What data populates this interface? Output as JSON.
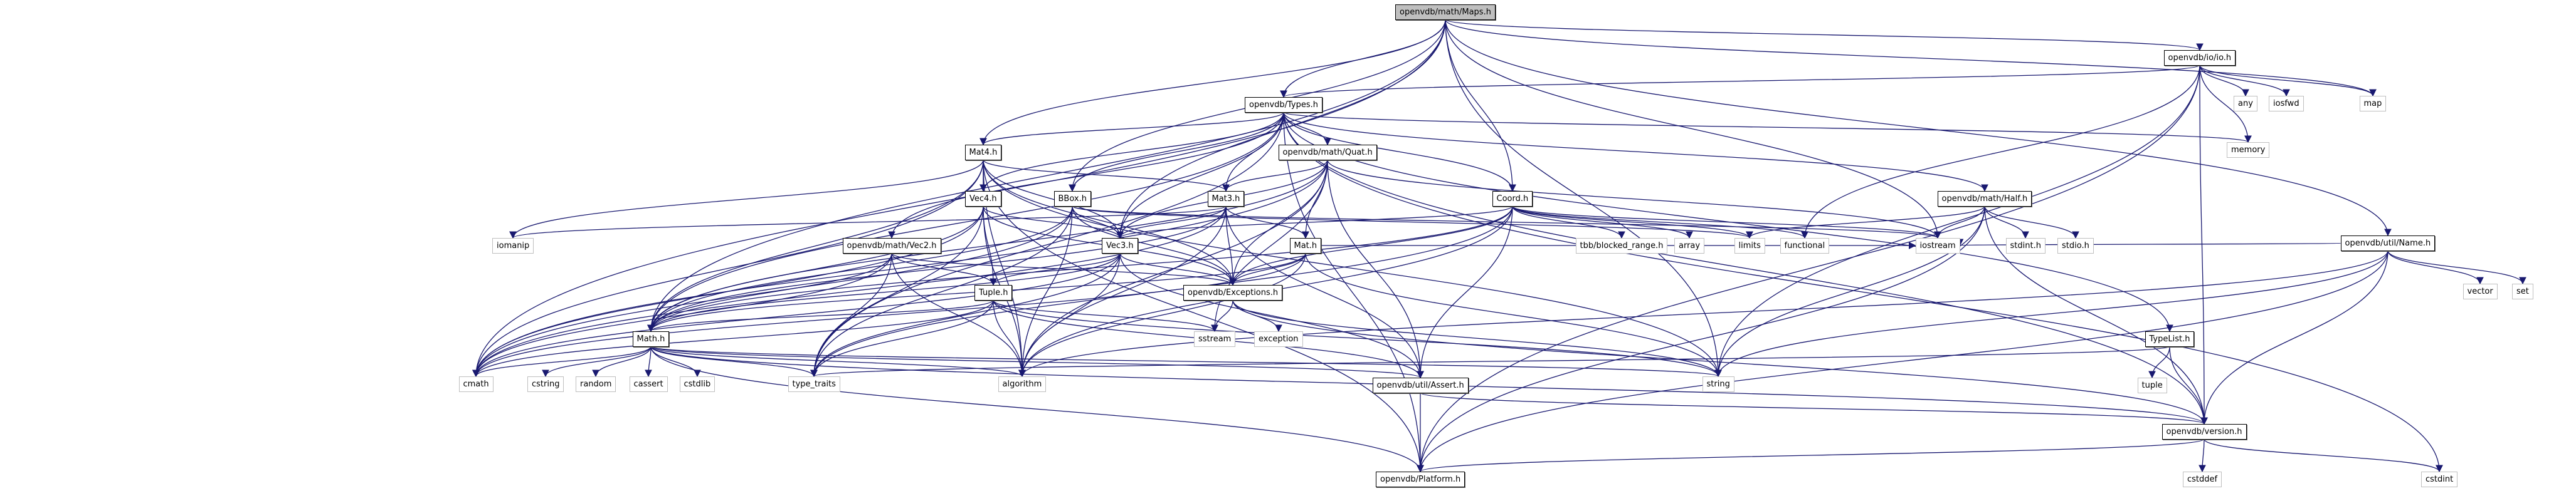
{
  "title": "openvdb/math/Maps.h include dependency graph",
  "colors": {
    "edge": "#191970",
    "root_fill": "#bfbfbf",
    "local_border": "#000000",
    "system_border": "#bfbfbf"
  },
  "nodes": [
    {
      "id": "maps",
      "label": "openvdb/math/Maps.h",
      "kind": "root"
    },
    {
      "id": "io",
      "label": "openvdb/io/io.h",
      "kind": "local"
    },
    {
      "id": "types",
      "label": "openvdb/Types.h",
      "kind": "local"
    },
    {
      "id": "mat4",
      "label": "Mat4.h",
      "kind": "local"
    },
    {
      "id": "quat",
      "label": "openvdb/math/Quat.h",
      "kind": "local"
    },
    {
      "id": "vec4",
      "label": "Vec4.h",
      "kind": "local"
    },
    {
      "id": "bbox",
      "label": "BBox.h",
      "kind": "local"
    },
    {
      "id": "mat3",
      "label": "Mat3.h",
      "kind": "local"
    },
    {
      "id": "coord",
      "label": "Coord.h",
      "kind": "local"
    },
    {
      "id": "half",
      "label": "openvdb/math/Half.h",
      "kind": "local"
    },
    {
      "id": "name",
      "label": "openvdb/util/Name.h",
      "kind": "local"
    },
    {
      "id": "vec2",
      "label": "openvdb/math/Vec2.h",
      "kind": "local"
    },
    {
      "id": "vec3",
      "label": "Vec3.h",
      "kind": "local"
    },
    {
      "id": "mat",
      "label": "Mat.h",
      "kind": "local"
    },
    {
      "id": "tuple",
      "label": "Tuple.h",
      "kind": "local"
    },
    {
      "id": "exceptions",
      "label": "openvdb/Exceptions.h",
      "kind": "local"
    },
    {
      "id": "math",
      "label": "Math.h",
      "kind": "local"
    },
    {
      "id": "assert",
      "label": "openvdb/util/Assert.h",
      "kind": "local"
    },
    {
      "id": "typelist",
      "label": "TypeList.h",
      "kind": "local"
    },
    {
      "id": "version",
      "label": "openvdb/version.h",
      "kind": "local"
    },
    {
      "id": "platform",
      "label": "openvdb/Platform.h",
      "kind": "local"
    },
    {
      "id": "any",
      "label": "any",
      "kind": "system"
    },
    {
      "id": "iosfwd",
      "label": "iosfwd",
      "kind": "system"
    },
    {
      "id": "map",
      "label": "map",
      "kind": "system"
    },
    {
      "id": "memory",
      "label": "memory",
      "kind": "system"
    },
    {
      "id": "iomanip",
      "label": "iomanip",
      "kind": "system"
    },
    {
      "id": "tbb",
      "label": "tbb/blocked_range.h",
      "kind": "system"
    },
    {
      "id": "array",
      "label": "array",
      "kind": "system"
    },
    {
      "id": "limits",
      "label": "limits",
      "kind": "system"
    },
    {
      "id": "functional",
      "label": "functional",
      "kind": "system"
    },
    {
      "id": "stdint",
      "label": "stdint.h",
      "kind": "system"
    },
    {
      "id": "stdio",
      "label": "stdio.h",
      "kind": "system"
    },
    {
      "id": "iostream",
      "label": "iostream",
      "kind": "system"
    },
    {
      "id": "vector",
      "label": "vector",
      "kind": "system"
    },
    {
      "id": "set",
      "label": "set",
      "kind": "system"
    },
    {
      "id": "sstream",
      "label": "sstream",
      "kind": "system"
    },
    {
      "id": "exception",
      "label": "exception",
      "kind": "system"
    },
    {
      "id": "cmath",
      "label": "cmath",
      "kind": "system"
    },
    {
      "id": "cstring",
      "label": "cstring",
      "kind": "system"
    },
    {
      "id": "random",
      "label": "random",
      "kind": "system"
    },
    {
      "id": "cassert",
      "label": "cassert",
      "kind": "system"
    },
    {
      "id": "cstdlib",
      "label": "cstdlib",
      "kind": "system"
    },
    {
      "id": "type_traits",
      "label": "type_traits",
      "kind": "system"
    },
    {
      "id": "algorithm",
      "label": "algorithm",
      "kind": "system"
    },
    {
      "id": "string",
      "label": "string",
      "kind": "system"
    },
    {
      "id": "tuple_std",
      "label": "tuple",
      "kind": "system"
    },
    {
      "id": "cstddef",
      "label": "cstddef",
      "kind": "system"
    },
    {
      "id": "cstdint",
      "label": "cstdint",
      "kind": "system"
    }
  ],
  "edges": [
    [
      "maps",
      "io"
    ],
    [
      "maps",
      "types"
    ],
    [
      "maps",
      "mat4"
    ],
    [
      "maps",
      "bbox"
    ],
    [
      "maps",
      "coord"
    ],
    [
      "maps",
      "vec3"
    ],
    [
      "maps",
      "math"
    ],
    [
      "maps",
      "cmath"
    ],
    [
      "maps",
      "iostream"
    ],
    [
      "maps",
      "map"
    ],
    [
      "maps",
      "string"
    ],
    [
      "maps",
      "name"
    ],
    [
      "io",
      "types"
    ],
    [
      "io",
      "any"
    ],
    [
      "io",
      "iosfwd"
    ],
    [
      "io",
      "map"
    ],
    [
      "io",
      "memory"
    ],
    [
      "io",
      "functional"
    ],
    [
      "io",
      "string"
    ],
    [
      "io",
      "version"
    ],
    [
      "io",
      "platform"
    ],
    [
      "types",
      "mat4"
    ],
    [
      "types",
      "quat"
    ],
    [
      "types",
      "vec4"
    ],
    [
      "types",
      "bbox"
    ],
    [
      "types",
      "mat3"
    ],
    [
      "types",
      "coord"
    ],
    [
      "types",
      "half"
    ],
    [
      "types",
      "vec2"
    ],
    [
      "types",
      "vec3"
    ],
    [
      "types",
      "math"
    ],
    [
      "types",
      "typelist"
    ],
    [
      "types",
      "version"
    ],
    [
      "types",
      "memory"
    ],
    [
      "types",
      "type_traits"
    ],
    [
      "types",
      "platform"
    ],
    [
      "types",
      "cstdint"
    ],
    [
      "mat4",
      "vec4"
    ],
    [
      "mat4",
      "vec3"
    ],
    [
      "mat4",
      "mat3"
    ],
    [
      "mat4",
      "math"
    ],
    [
      "mat4",
      "exceptions"
    ],
    [
      "mat4",
      "iomanip"
    ],
    [
      "mat4",
      "algorithm"
    ],
    [
      "mat4",
      "cmath"
    ],
    [
      "mat4",
      "string"
    ],
    [
      "mat4",
      "platform"
    ],
    [
      "quat",
      "mat3"
    ],
    [
      "quat",
      "mat"
    ],
    [
      "quat",
      "vec3"
    ],
    [
      "quat",
      "math"
    ],
    [
      "quat",
      "exceptions"
    ],
    [
      "quat",
      "iostream"
    ],
    [
      "quat",
      "cmath"
    ],
    [
      "quat",
      "sstream"
    ],
    [
      "quat",
      "assert"
    ],
    [
      "quat",
      "algorithm"
    ],
    [
      "vec4",
      "vec3"
    ],
    [
      "vec4",
      "tuple"
    ],
    [
      "vec4",
      "math"
    ],
    [
      "vec4",
      "exceptions"
    ],
    [
      "vec4",
      "algorithm"
    ],
    [
      "vec4",
      "cmath"
    ],
    [
      "vec4",
      "type_traits"
    ],
    [
      "bbox",
      "vec3"
    ],
    [
      "bbox",
      "math"
    ],
    [
      "bbox",
      "exceptions"
    ],
    [
      "bbox",
      "algorithm"
    ],
    [
      "bbox",
      "cmath"
    ],
    [
      "bbox",
      "iostream"
    ],
    [
      "bbox",
      "limits"
    ],
    [
      "bbox",
      "type_traits"
    ],
    [
      "mat3",
      "vec3"
    ],
    [
      "mat3",
      "mat"
    ],
    [
      "mat3",
      "math"
    ],
    [
      "mat3",
      "exceptions"
    ],
    [
      "mat3",
      "assert"
    ],
    [
      "mat3",
      "iomanip"
    ],
    [
      "mat3",
      "algorithm"
    ],
    [
      "mat3",
      "cmath"
    ],
    [
      "coord",
      "vec3"
    ],
    [
      "coord",
      "math"
    ],
    [
      "coord",
      "exceptions"
    ],
    [
      "coord",
      "tbb"
    ],
    [
      "coord",
      "array"
    ],
    [
      "coord",
      "limits"
    ],
    [
      "coord",
      "functional"
    ],
    [
      "coord",
      "iostream"
    ],
    [
      "coord",
      "assert"
    ],
    [
      "coord",
      "algorithm"
    ],
    [
      "coord",
      "type_traits"
    ],
    [
      "half",
      "iostream"
    ],
    [
      "half",
      "stdint"
    ],
    [
      "half",
      "stdio"
    ],
    [
      "half",
      "limits"
    ],
    [
      "half",
      "string"
    ],
    [
      "half",
      "version"
    ],
    [
      "half",
      "platform"
    ],
    [
      "name",
      "iostream"
    ],
    [
      "name",
      "vector"
    ],
    [
      "name",
      "set"
    ],
    [
      "name",
      "string"
    ],
    [
      "name",
      "version"
    ],
    [
      "name",
      "platform"
    ],
    [
      "name",
      "algorithm"
    ],
    [
      "vec2",
      "tuple"
    ],
    [
      "vec2",
      "math"
    ],
    [
      "vec2",
      "exceptions"
    ],
    [
      "vec2",
      "algorithm"
    ],
    [
      "vec2",
      "cmath"
    ],
    [
      "vec2",
      "type_traits"
    ],
    [
      "vec3",
      "tuple"
    ],
    [
      "vec3",
      "math"
    ],
    [
      "vec3",
      "exceptions"
    ],
    [
      "vec3",
      "assert"
    ],
    [
      "vec3",
      "algorithm"
    ],
    [
      "vec3",
      "cmath"
    ],
    [
      "vec3",
      "type_traits"
    ],
    [
      "mat",
      "math"
    ],
    [
      "mat",
      "exceptions"
    ],
    [
      "mat",
      "iostream"
    ],
    [
      "mat",
      "string"
    ],
    [
      "mat",
      "algorithm"
    ],
    [
      "mat",
      "cmath"
    ],
    [
      "tuple",
      "math"
    ],
    [
      "tuple",
      "sstream"
    ],
    [
      "tuple",
      "string"
    ],
    [
      "tuple",
      "assert"
    ],
    [
      "tuple",
      "cmath"
    ],
    [
      "tuple",
      "type_traits"
    ],
    [
      "tuple",
      "algorithm"
    ],
    [
      "exceptions",
      "sstream"
    ],
    [
      "exceptions",
      "exception"
    ],
    [
      "exceptions",
      "version"
    ],
    [
      "exceptions",
      "string"
    ],
    [
      "math",
      "cmath"
    ],
    [
      "math",
      "cstring"
    ],
    [
      "math",
      "random"
    ],
    [
      "math",
      "cassert"
    ],
    [
      "math",
      "cstdlib"
    ],
    [
      "math",
      "type_traits"
    ],
    [
      "math",
      "algorithm"
    ],
    [
      "math",
      "string"
    ],
    [
      "math",
      "assert"
    ],
    [
      "math",
      "version"
    ],
    [
      "math",
      "platform"
    ],
    [
      "assert",
      "version"
    ],
    [
      "assert",
      "platform"
    ],
    [
      "typelist",
      "tuple_std"
    ],
    [
      "typelist",
      "version"
    ],
    [
      "typelist",
      "type_traits"
    ],
    [
      "version",
      "platform"
    ],
    [
      "version",
      "cstddef"
    ],
    [
      "version",
      "cstdint"
    ]
  ]
}
